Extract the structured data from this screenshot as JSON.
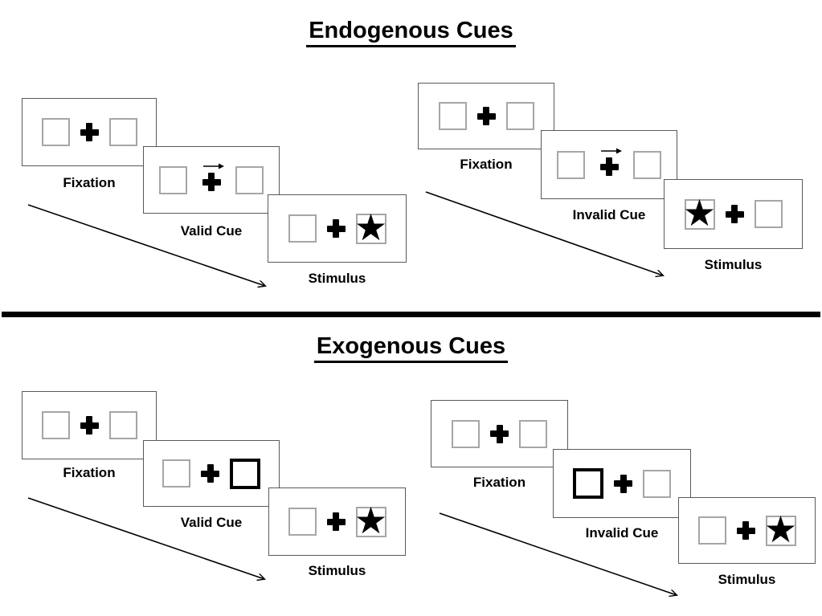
{
  "page": {
    "background": "#ffffff"
  },
  "colors": {
    "ink": "#000000",
    "panel_border": "#595959",
    "placeholder_square_border": "#a6a6a6",
    "cue_square_border": "#000000"
  },
  "icons": {
    "star": "★",
    "fixation_cross": "plus-cross",
    "cue_arrow_direction": "right"
  },
  "sections": [
    {
      "title": "Endogenous Cues",
      "groups": [
        {
          "name": "valid-trial-sequence",
          "panels": [
            {
              "label": "Fixation",
              "content": "empty left square, central fixation cross, empty right square"
            },
            {
              "label": "Valid Cue",
              "content": "right-pointing arrow above central fixation cross"
            },
            {
              "label": "Stimulus",
              "content": "star appears in right square"
            }
          ]
        },
        {
          "name": "invalid-trial-sequence",
          "panels": [
            {
              "label": "Fixation",
              "content": "empty left square, central fixation cross, empty right square"
            },
            {
              "label": "Invalid Cue",
              "content": "right-pointing arrow above central fixation cross"
            },
            {
              "label": "Stimulus",
              "content": "star appears in left square"
            }
          ]
        }
      ]
    },
    {
      "title": "Exogenous Cues",
      "groups": [
        {
          "name": "valid-trial-sequence",
          "panels": [
            {
              "label": "Fixation",
              "content": "empty left square, central fixation cross, empty right square"
            },
            {
              "label": "Valid Cue",
              "content": "right square highlighted with thick black border"
            },
            {
              "label": "Stimulus",
              "content": "star appears in right square"
            }
          ]
        },
        {
          "name": "invalid-trial-sequence",
          "panels": [
            {
              "label": "Fixation",
              "content": "empty left square, central fixation cross, empty right square"
            },
            {
              "label": "Invalid Cue",
              "content": "left square highlighted with thick black border"
            },
            {
              "label": "Stimulus",
              "content": "star appears in right square"
            }
          ]
        }
      ]
    }
  ]
}
